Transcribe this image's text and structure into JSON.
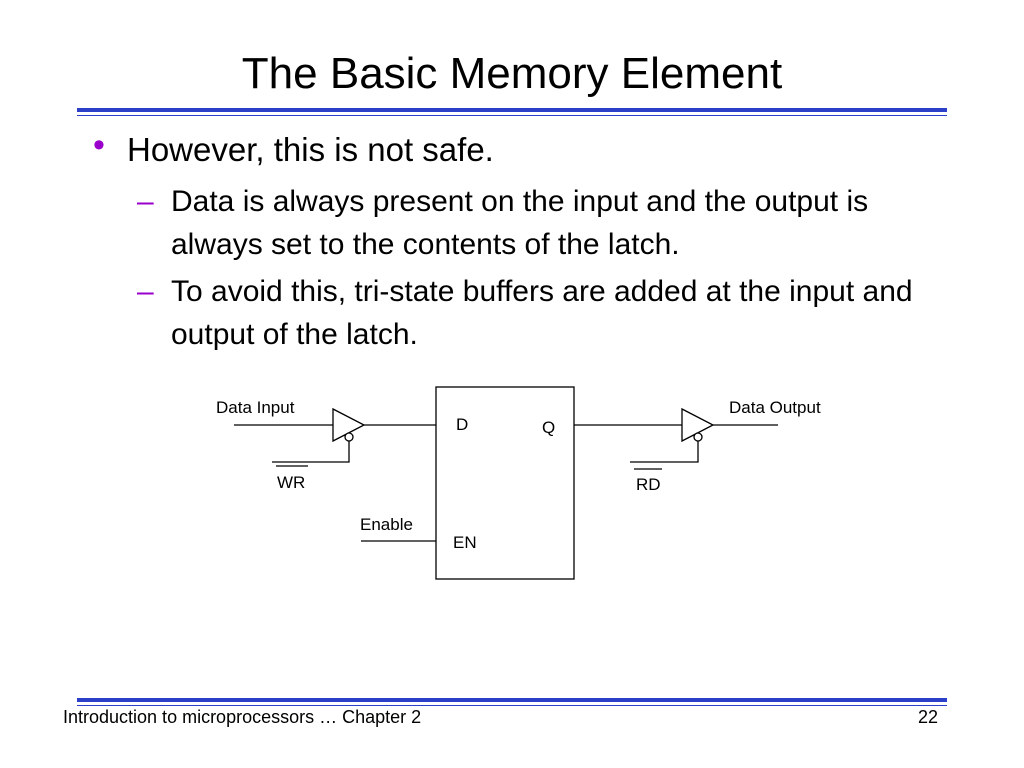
{
  "slide": {
    "title": "The Basic Memory Element",
    "bullet": "However, this is not safe.",
    "bullet_mark": "•",
    "sub_dash": "–",
    "sub_points": [
      "Data is always present on the input and the output is always set to the contents of the latch.",
      "To avoid this, tri-state buffers are added at the input and output of the latch."
    ]
  },
  "diagram": {
    "input_label": "Data Input",
    "output_label": "Data Output",
    "wr_label": "WR",
    "rd_label": "RD",
    "enable_label": "Enable",
    "d_label": "D",
    "q_label": "Q",
    "en_label": "EN"
  },
  "footer": {
    "left": "Introduction to microprocessors … Chapter 2",
    "right": "22"
  },
  "colors": {
    "rule": "#2b3fc9",
    "bullet_accent": "#9a00cc"
  }
}
